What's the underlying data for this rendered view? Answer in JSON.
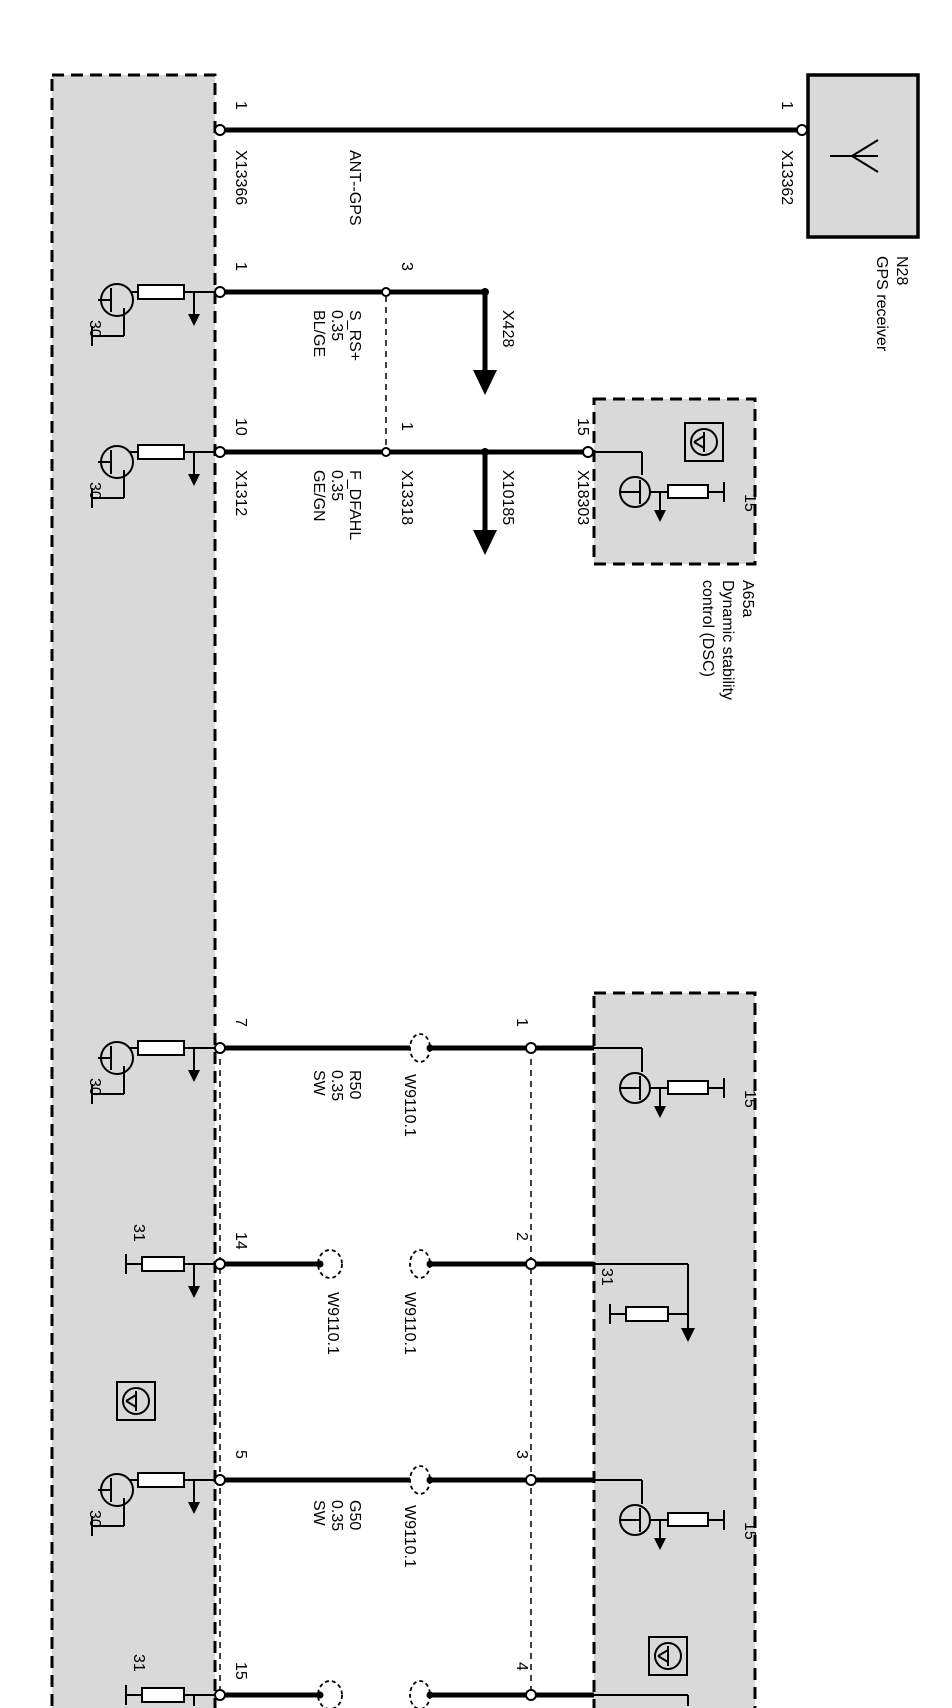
{
  "gps": {
    "code": "N28",
    "name": "GPS receiver",
    "connector": "X13362",
    "pin": "1"
  },
  "dsc": {
    "code": "A65a",
    "name_line1": "Dynamic stability",
    "name_line2": "control (DSC)",
    "connector": "X18303",
    "pin": "15",
    "supply": "15"
  },
  "module": {
    "connectors": [
      "X13366",
      "X1312"
    ],
    "supply_30": "30",
    "ground_31": "31"
  },
  "antenna_wire": {
    "pin_module": "1",
    "connector": "X13366",
    "label": "ANT--GPS"
  },
  "wires": [
    {
      "id": "s-rs",
      "name": "S_RS+",
      "size": "0.35",
      "color": "BL/GE",
      "pin_module": "1",
      "pin_junction": "3",
      "junction": "X428"
    },
    {
      "id": "f-dfahl",
      "name": "F_DFAHL",
      "size": "0.35",
      "color": "GE/GN",
      "pin_module": "10",
      "pin_junction": "1",
      "junction": "X13318",
      "branch": "X10185",
      "module_connector": "X1312"
    },
    {
      "id": "r50",
      "name": "R50",
      "size": "0.35",
      "color": "SW",
      "pin_module": "7",
      "pin_remote": "1",
      "shield": "W9110.1"
    },
    {
      "id": "w14",
      "pin_module": "14",
      "pin_remote": "2",
      "shield_module": "W9110.1",
      "shield_remote": "W9110.1"
    },
    {
      "id": "g50",
      "name": "G50",
      "size": "0.35",
      "color": "SW",
      "pin_module": "5",
      "pin_remote": "3",
      "shield": "W9110.1"
    },
    {
      "id": "w15",
      "pin_module": "15",
      "pin_remote": "4"
    }
  ],
  "remote_module": {
    "supply": "15",
    "ground": "31"
  }
}
